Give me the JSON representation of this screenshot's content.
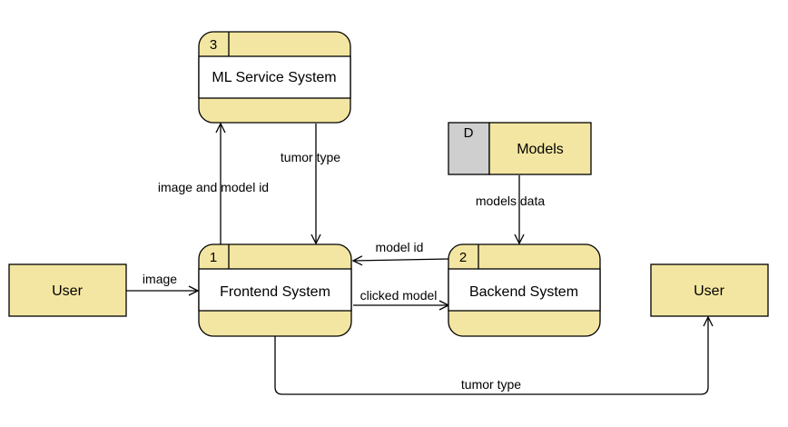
{
  "colors": {
    "fill": "#f3e6a2",
    "stroke": "#000000",
    "store_id_fill": "#cfcfcf"
  },
  "processes": [
    {
      "id": "ml",
      "number": "3",
      "title": "ML Service System"
    },
    {
      "id": "frontend",
      "number": "1",
      "title": "Frontend System"
    },
    {
      "id": "backend",
      "number": "2",
      "title": "Backend System"
    }
  ],
  "entities": [
    {
      "id": "user-left",
      "title": "User"
    },
    {
      "id": "user-right",
      "title": "User"
    }
  ],
  "data_store": {
    "id_label": "D",
    "title": "Models"
  },
  "flows": [
    {
      "id": "user-to-frontend",
      "label": "image"
    },
    {
      "id": "frontend-to-ml",
      "label": "image and model id"
    },
    {
      "id": "ml-to-frontend",
      "label": "tumor type"
    },
    {
      "id": "store-to-backend",
      "label": "models data"
    },
    {
      "id": "backend-to-frontend",
      "label": "model id"
    },
    {
      "id": "frontend-to-backend",
      "label": "clicked model"
    },
    {
      "id": "frontend-to-user",
      "label": "tumor type"
    }
  ]
}
